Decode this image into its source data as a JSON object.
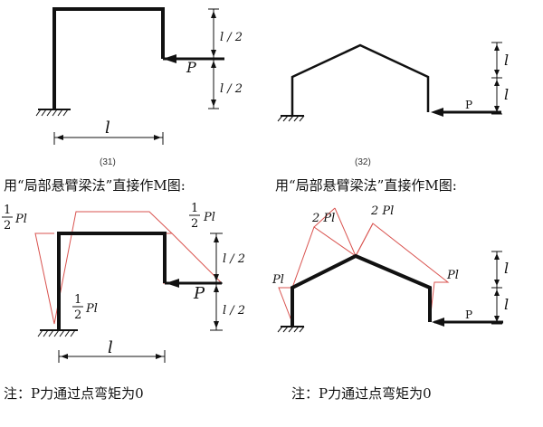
{
  "fig31": {
    "label": "(31)",
    "half_top": "l / 2",
    "half_bottom": "l / 2",
    "span": "l",
    "load": "P"
  },
  "fig32": {
    "label": "(32)",
    "dim_top": "l",
    "dim_bottom": "l",
    "load": "P"
  },
  "method_caption_left": "用“局部悬臂梁法”直接作M图:",
  "method_caption_right": "用“局部悬臂梁法”直接作M图:",
  "moment31": {
    "top_left_num": "1",
    "top_left_den": "2",
    "top_left_var": "Pl",
    "top_right_num": "1",
    "top_right_den": "2",
    "top_right_var": "Pl",
    "bottom_num": "1",
    "bottom_den": "2",
    "bottom_var": "Pl",
    "half_top": "l / 2",
    "half_bottom": "l / 2",
    "span": "l",
    "load": "P"
  },
  "moment32": {
    "peak_left": "2 Pl",
    "peak_right": "2 Pl",
    "eave_left": "Pl",
    "eave_right": "Pl",
    "dim_top": "l",
    "dim_bottom": "l",
    "load": "P"
  },
  "note_left": "注：P力通过点弯矩为0",
  "note_right": "注：P力通过点弯矩为0",
  "colors": {
    "structure": "#111111",
    "moment_diagram": "#d9534f"
  }
}
